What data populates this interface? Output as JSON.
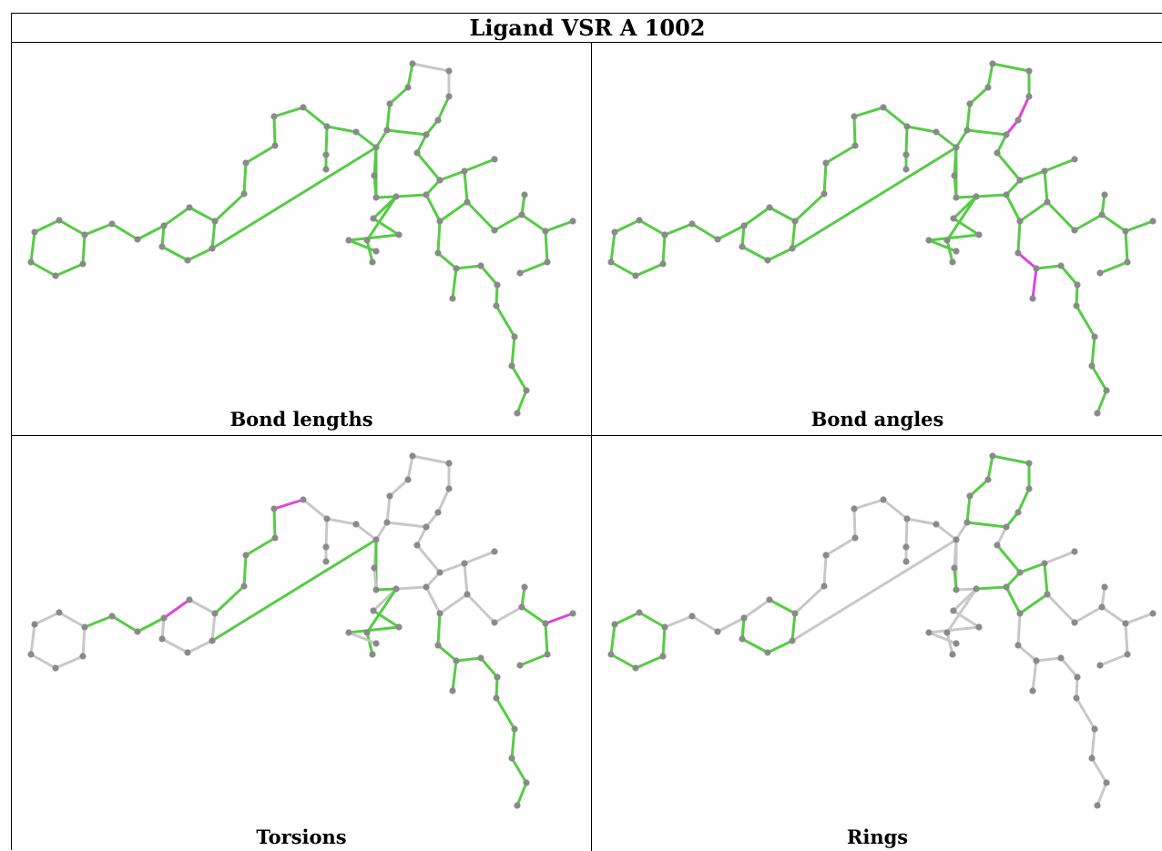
{
  "title": "Ligand VSR A 1002",
  "panels": [
    {
      "caption": "Bond lengths"
    },
    {
      "caption": "Bond angles"
    },
    {
      "caption": "Torsions"
    },
    {
      "caption": "Rings"
    }
  ],
  "colors": {
    "ok": "#55cc44",
    "outlier": "#dd44dd",
    "neutral": "#c8c8c8",
    "atom": "#8a8a8a"
  }
}
